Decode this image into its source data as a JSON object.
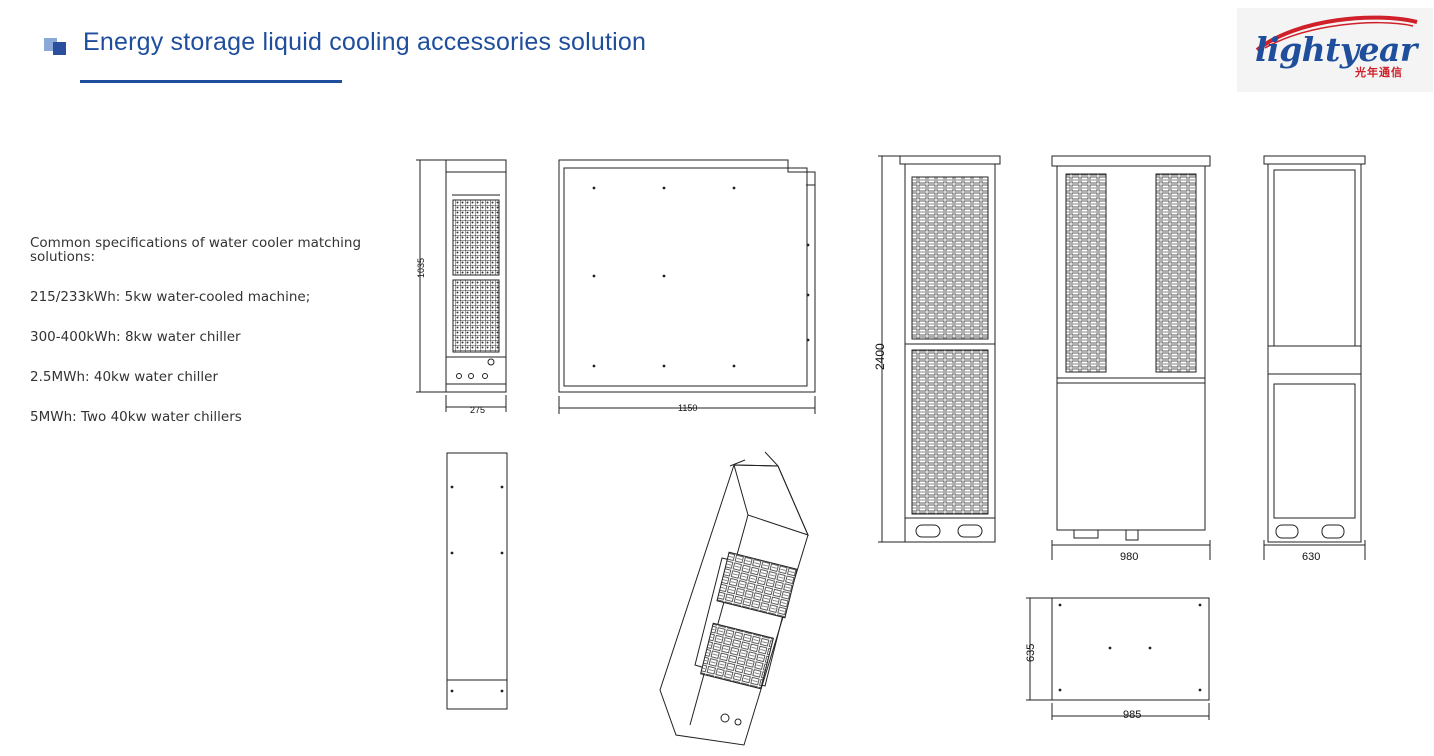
{
  "header": {
    "title": "Energy storage liquid cooling accessories solution"
  },
  "logo": {
    "wordmark": "lightyear",
    "subtitle_cn": "光年通信",
    "colors": {
      "primary": "#1f4e9c",
      "accent": "#d0202a"
    }
  },
  "specs": {
    "intro": "Common specifications of water cooler matching solutions:",
    "items": [
      "215/233kWh: 5kw water-cooled machine;",
      "300-400kWh: 8kw water chiller",
      "2.5MWh: 40kw water chiller",
      "5MWh: Two 40kw water chillers"
    ]
  },
  "drawings": {
    "small_unit": {
      "height": "1035",
      "width": "275",
      "depth": "1150"
    },
    "large_unit": {
      "height": "2400",
      "width": "980",
      "depth": "630"
    },
    "large_unit_top": {
      "width": "985",
      "depth": "635"
    }
  },
  "colors": {
    "title": "#1f4e9c",
    "text": "#333333",
    "line": "#222222"
  }
}
